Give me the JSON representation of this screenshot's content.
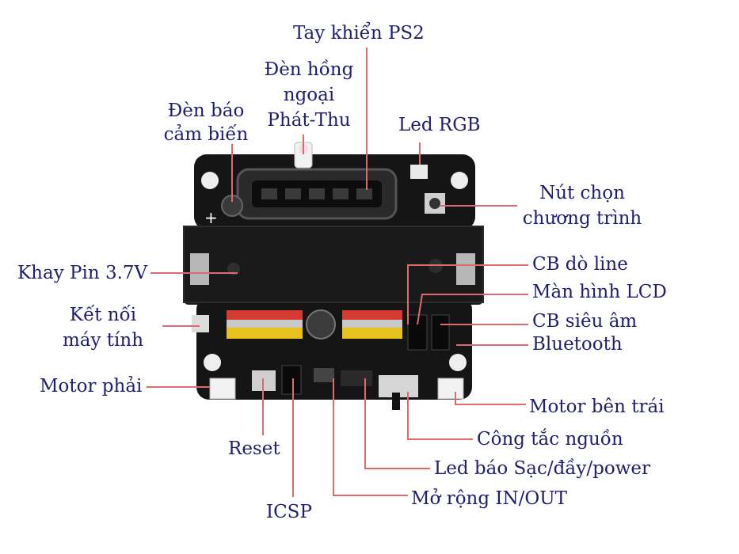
{
  "labels": {
    "ps2": "Tay khiển PS2",
    "ir_1": "Đèn hồng",
    "ir_2": "ngoại",
    "ir_3": "Phát-Thu",
    "sensor_led_1": "Đèn báo",
    "sensor_led_2": "cảm biến",
    "led_rgb": "Led RGB",
    "program_btn_1": "Nút chọn",
    "program_btn_2": "chương trình",
    "battery": "Khay Pin 3.7V",
    "line_sensor": "CB dò line",
    "lcd": "Màn hình LCD",
    "pc_conn_1": "Kết nối",
    "pc_conn_2": "máy tính",
    "ultrasonic": "CB siêu âm",
    "bluetooth": "Bluetooth",
    "motor_right": "Motor phải",
    "motor_left": "Motor bên trái",
    "reset": "Reset",
    "power_switch": "Công tắc nguồn",
    "charge_led": "Led báo Sạc/đầy/power",
    "io_expand": "Mở rộng IN/OUT",
    "icsp": "ICSP"
  },
  "colors": {
    "label_text": "#1f1f6e",
    "leader_line": "#e06a6a",
    "board": "#141414",
    "header_red": "#d63b33",
    "header_yellow": "#e8c21c"
  }
}
